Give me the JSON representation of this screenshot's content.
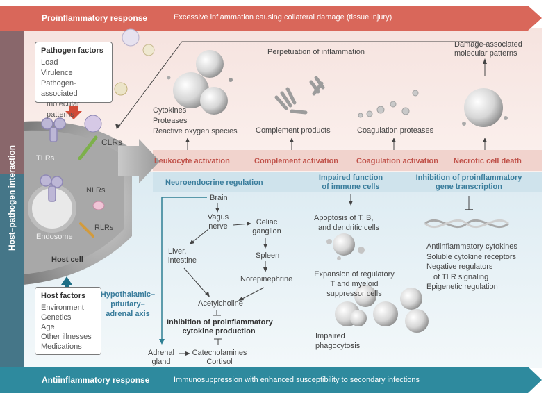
{
  "top_banner": {
    "title": "Proinflammatory response",
    "subtitle": "Excessive inflammation causing collateral damage (tissue injury)"
  },
  "bottom_banner": {
    "title": "Antiinflammatory response",
    "subtitle": "Immunosuppression with enhanced susceptibility to secondary infections"
  },
  "side_label": "Host–pathogen interaction",
  "pathogen_factors": {
    "title": "Pathogen factors",
    "items": [
      "Load",
      "Virulence",
      "Pathogen-associated",
      "molecular patterns"
    ]
  },
  "host_factors": {
    "title": "Host factors",
    "items": [
      "Environment",
      "Genetics",
      "Age",
      "Other illnesses",
      "Medications"
    ]
  },
  "cell": {
    "clrs": "CLRs",
    "tlrs": "TLRs",
    "nlrs": "NLRs",
    "rlrs": "RLRs",
    "endosome": "Endosome",
    "host_cell": "Host cell"
  },
  "proinflammatory": {
    "perpetuation": "Perpetuation of inflammation",
    "damp": [
      "Damage-associated",
      "molecular patterns"
    ],
    "leukocyte_products": [
      "Cytokines",
      "Proteases",
      "Reactive oxygen species"
    ],
    "complement_products": "Complement products",
    "coagulation_proteases": "Coagulation proteases",
    "leukocyte_activation": "Leukocyte activation",
    "complement_activation": "Complement activation",
    "coagulation_activation": "Coagulation activation",
    "necrotic_cell_death": "Necrotic cell death"
  },
  "antiinflammatory": {
    "neuroendocrine": "Neuroendocrine regulation",
    "impaired_function": [
      "Impaired function",
      "of immune cells"
    ],
    "inhibition_transcription": [
      "Inhibition of proinflammatory",
      "gene transcription"
    ],
    "hpa": [
      "Hypothalamic–",
      "pituitary–",
      "adrenal axis"
    ],
    "brain": "Brain",
    "vagus": [
      "Vagus",
      "nerve"
    ],
    "celiac": [
      "Celiac",
      "ganglion"
    ],
    "liver": [
      "Liver,",
      "intestine"
    ],
    "spleen": "Spleen",
    "norepinephrine": "Norepinephrine",
    "acetylcholine": "Acetylcholine",
    "inhibition_cytokine": [
      "Inhibition of proinflammatory",
      "cytokine production"
    ],
    "adrenal": [
      "Adrenal",
      "gland"
    ],
    "catecholamines": [
      "Catecholamines",
      "Cortisol"
    ],
    "apoptosis": [
      "Apoptosis of T, B,",
      "and dendritic cells"
    ],
    "expansion": [
      "Expansion of regulatory",
      "T and myeloid",
      "suppressor cells"
    ],
    "impaired_phago": [
      "Impaired",
      "phagocytosis"
    ],
    "transcription_items": [
      "Antiinflammatory cytokines",
      "Soluble cytokine receptors",
      "Negative regulators",
      "of TLR signaling",
      "Epigenetic regulation"
    ]
  },
  "colors": {
    "red_banner": "#d9675a",
    "teal_banner": "#2e8a9e",
    "red_text": "#c0524a",
    "blue_text": "#3a7d9c"
  }
}
